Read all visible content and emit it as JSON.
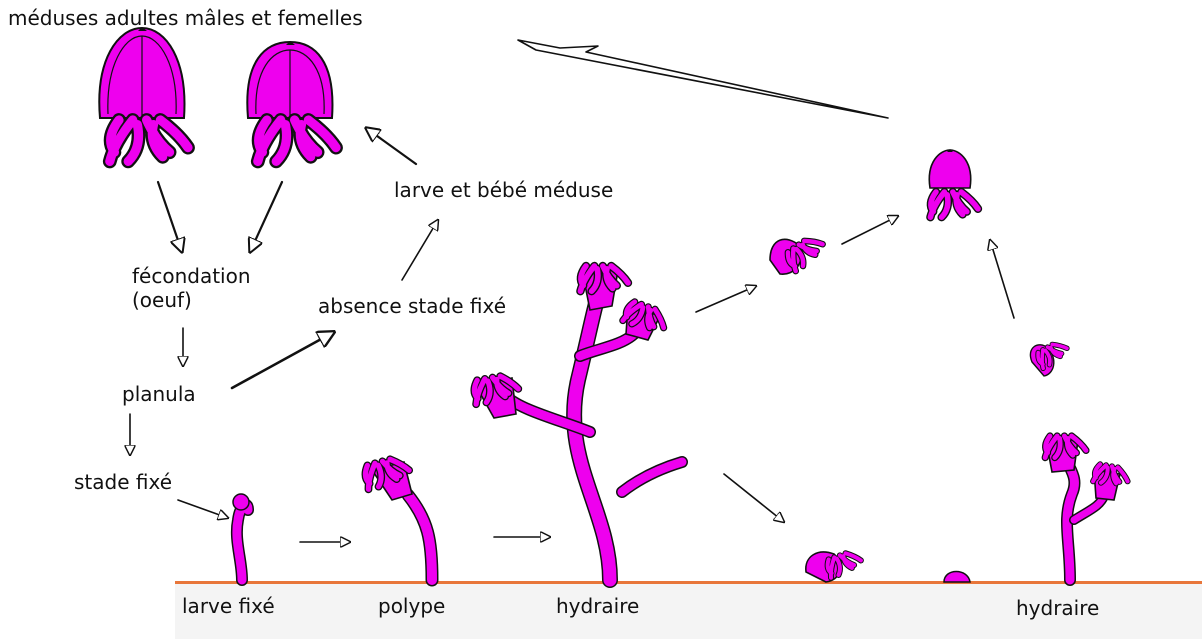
{
  "labels": {
    "title": "méduses adultes mâles et femelles",
    "fecondation": "fécondation\n(oeuf)",
    "planula": "planula",
    "stade_fixe": "stade fixé",
    "absence": "absence stade fixé",
    "larve_bebe": "larve et bébé méduse",
    "larve_fixe": "larve fixé",
    "polype": "polype",
    "hydraire_1": "hydraire",
    "hydraire_2": "hydraire"
  },
  "colors": {
    "organism": "#ee00ee",
    "outline": "#111111",
    "ground_line": "#e8763a",
    "ground_fill": "#f4f4f4"
  }
}
